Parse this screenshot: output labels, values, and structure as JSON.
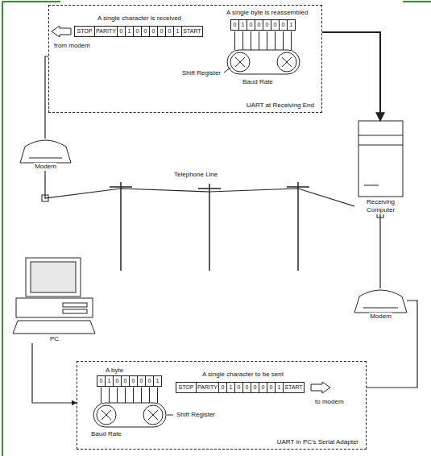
{
  "diagram": {
    "nodes": [
      {
        "text": [
          "UART at Receiving End"
        ]
      },
      {
        "text": [
          "STOP"
        ],
        "in": 0
      },
      {
        "text": [
          "PARITY"
        ],
        "in": 0
      },
      {
        "text": [
          "0"
        ],
        "in": 0
      },
      {
        "text": [
          "1"
        ],
        "in": 0
      },
      {
        "text": [
          "0"
        ],
        "in": 0
      },
      {
        "text": [
          "0"
        ],
        "in": 0
      },
      {
        "text": [
          "0"
        ],
        "in": 0
      },
      {
        "text": [
          "0"
        ],
        "in": 0
      },
      {
        "text": [
          "0"
        ],
        "in": 0
      },
      {
        "text": [
          "1"
        ],
        "in": 0
      },
      {
        "text": [
          "START"
        ],
        "in": 0
      },
      {
        "text": [
          "0"
        ],
        "in": 0
      },
      {
        "text": [
          "1"
        ],
        "in": 0
      },
      {
        "text": [
          "0"
        ],
        "in": 0
      },
      {
        "text": [
          "0"
        ],
        "in": 0
      },
      {
        "text": [
          "0"
        ],
        "in": 0
      },
      {
        "text": [
          "0"
        ],
        "in": 0
      },
      {
        "text": [
          "0"
        ],
        "in": 0
      },
      {
        "text": [
          "1"
        ],
        "in": 0
      },
      {
        "text": [
          "Modem"
        ]
      },
      {
        "text": [
          "Receiving Computer"
        ]
      },
      {
        "text": [
          "PC"
        ]
      },
      {
        "text": [
          "UART in PC's Serial Adapter"
        ]
      },
      {
        "text": [
          "0"
        ],
        "in": 23
      },
      {
        "text": [
          "1"
        ],
        "in": 23
      },
      {
        "text": [
          "0"
        ],
        "in": 23
      },
      {
        "text": [
          "0"
        ],
        "in": 23
      },
      {
        "text": [
          "0"
        ],
        "in": 23
      },
      {
        "text": [
          "0"
        ],
        "in": 23
      },
      {
        "text": [
          "0"
        ],
        "in": 23
      },
      {
        "text": [
          "1"
        ],
        "in": 23
      },
      {
        "text": [
          "STOP"
        ],
        "in": 23
      },
      {
        "text": [
          "PARITY"
        ],
        "in": 23
      },
      {
        "text": [
          "0"
        ],
        "in": 23
      },
      {
        "text": [
          "1"
        ],
        "in": 23
      },
      {
        "text": [
          "0"
        ],
        "in": 23
      },
      {
        "text": [
          "0"
        ],
        "in": 23
      },
      {
        "text": [
          "0"
        ],
        "in": 23
      },
      {
        "text": [
          "0"
        ],
        "in": 23
      },
      {
        "text": [
          "0"
        ],
        "in": 23
      },
      {
        "text": [
          "1"
        ],
        "in": 23
      },
      {
        "text": [
          "START"
        ],
        "in": 23
      },
      {
        "text": [
          "Modem"
        ]
      }
    ],
    "edges": [
      {
        "from": 20,
        "to": 0,
        "arrow": "none"
      },
      {
        "from": 0,
        "to": 21,
        "arrow": "to"
      },
      {
        "from": 20,
        "to": 43,
        "arrow": "none"
      },
      {
        "from": 22,
        "to": 23,
        "arrow": "to"
      },
      {
        "from": 23,
        "to": 43,
        "arrow": "none"
      }
    ],
    "labels": [
      "A single character is received",
      "A single byte is reassembled",
      "from modem",
      "Shift Register",
      "Baud Rate",
      "Telephone Line",
      "A byte",
      "A single character to be sent",
      "Shift Register",
      "Baud Rate",
      "to modem"
    ]
  }
}
